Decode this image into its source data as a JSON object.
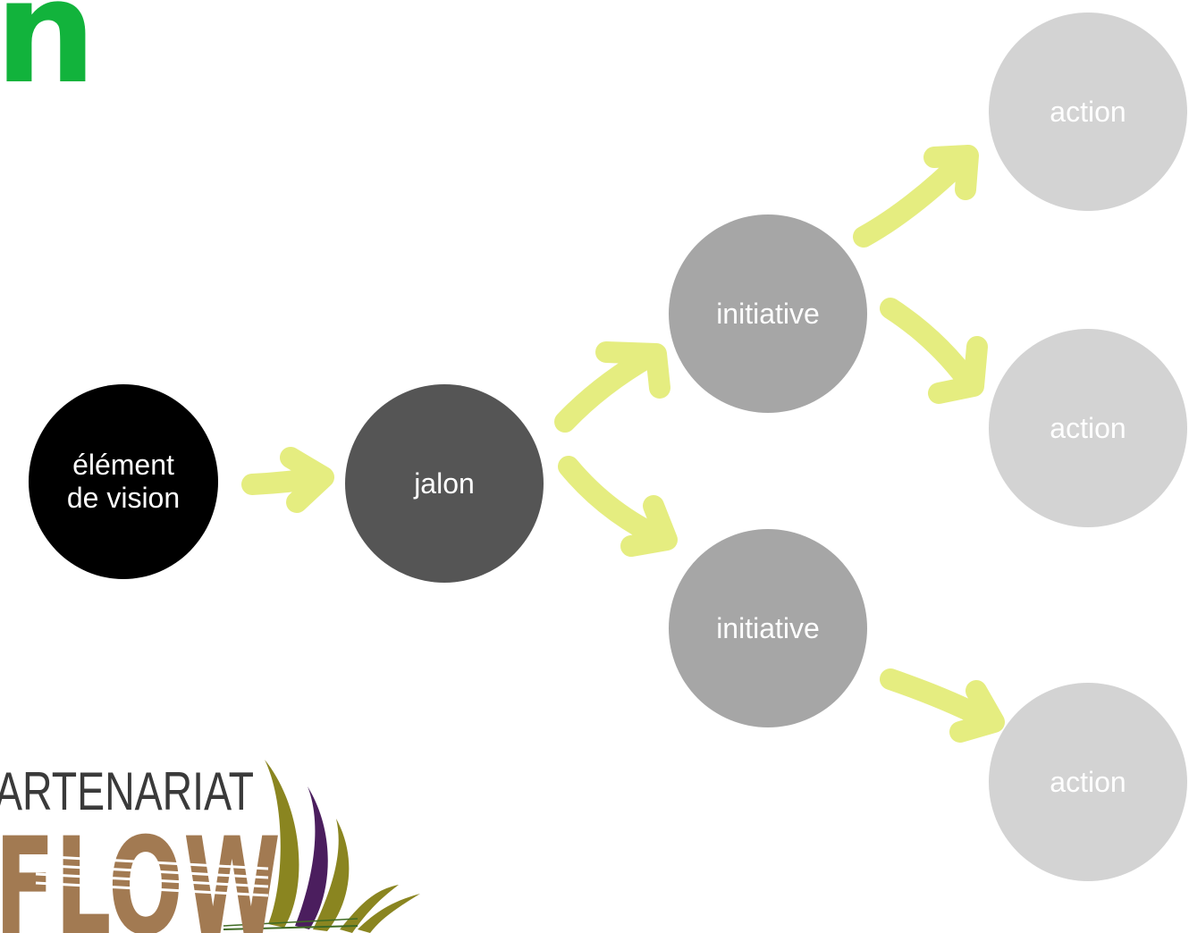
{
  "title_fragment": "n",
  "colors": {
    "title": "#12b33c",
    "arrow": "#e5ed80",
    "vision": "#000000",
    "jalon": "#555555",
    "initiative": "#a6a6a6",
    "action": "#d3d3d3"
  },
  "nodes": {
    "vision": "élément\nde vision",
    "jalon": "jalon",
    "initiative_top": "initiative",
    "initiative_bottom": "initiative",
    "action_top": "action",
    "action_middle": "action",
    "action_bottom": "action"
  },
  "logo": {
    "line1": "ARTENARIAT",
    "line2": "FLOW"
  }
}
